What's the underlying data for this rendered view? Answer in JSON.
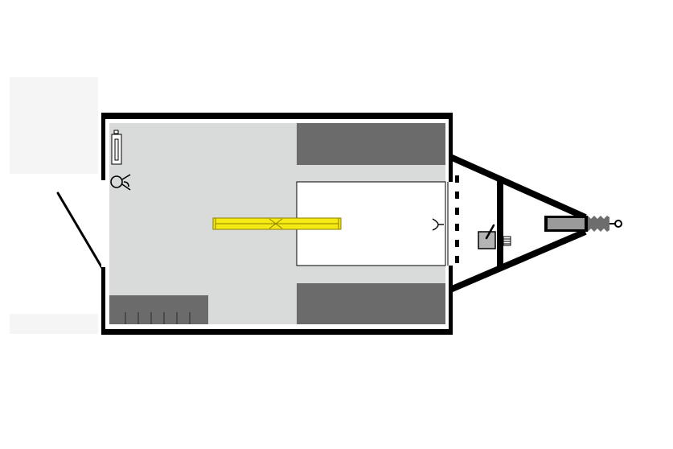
{
  "diagram": {
    "kind": "trailer-floor-plan-top-view",
    "colors": {
      "background": "#ffffff",
      "frame": "#000000",
      "floor": "#d9dada",
      "dark_panel": "#6b6b6b",
      "open_area": "#ffffff",
      "beam": "#f5ea14",
      "beam_outline": "#8a7f00",
      "coupler_body": "#9a9a9a",
      "bellows": "#6d6d6d",
      "jockey_wheel": "#b4b4b4"
    },
    "parts": [
      "trailer-body",
      "floor",
      "rear-door",
      "wheel-arch-top",
      "wheel-arch-bottom",
      "front-storage-box",
      "loading-ramp-opening",
      "yellow-beam",
      "lamp",
      "tie-down-hook-left",
      "tie-down-hook-right",
      "drawbar-frame",
      "jockey-wheel",
      "coupling-head",
      "coupler-bellows"
    ]
  }
}
